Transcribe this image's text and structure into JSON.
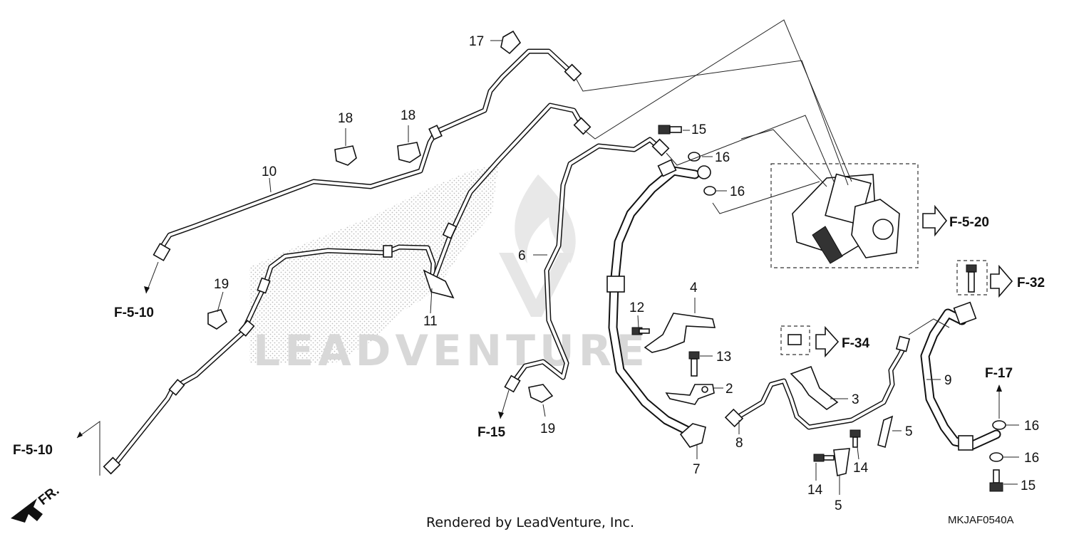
{
  "watermark": "LEADVENTURE",
  "footer": {
    "rendered_by": "Rendered by LeadVenture, Inc.",
    "diagram_code": "MKJAF0540A"
  },
  "direction_label": "FR.",
  "callouts": {
    "c2": "2",
    "c3": "3",
    "c4": "4",
    "c5a": "5",
    "c5b": "5",
    "c6": "6",
    "c7": "7",
    "c8": "8",
    "c9": "9",
    "c10": "10",
    "c11": "11",
    "c12": "12",
    "c13": "13",
    "c14a": "14",
    "c14b": "14",
    "c15a": "15",
    "c15b": "15",
    "c16a": "16",
    "c16b": "16",
    "c16c": "16",
    "c16d": "16",
    "c17": "17",
    "c18a": "18",
    "c18b": "18",
    "c19a": "19",
    "c19b": "19"
  },
  "references": {
    "f510a": "F-5-10",
    "f510b": "F-5-10",
    "f15": "F-15",
    "f520": "F-5-20",
    "f32": "F-32",
    "f34": "F-34",
    "f17": "F-17"
  }
}
